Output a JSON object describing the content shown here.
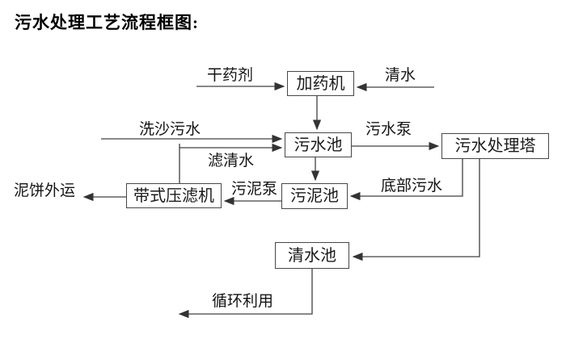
{
  "title": "污水处理工艺流程框图:",
  "nodes": {
    "dosing_machine": {
      "label": "加药机"
    },
    "sewage_pool": {
      "label": "污水池"
    },
    "treatment_tower": {
      "label": "污水处理塔"
    },
    "sludge_pool": {
      "label": "污泥池"
    },
    "belt_filter_press": {
      "label": "带式压滤机"
    },
    "clean_water_pool": {
      "label": "清水池"
    }
  },
  "edge_labels": {
    "dry_agent": "干药剂",
    "clean_water_in": "清水",
    "sand_washing_sewage": "洗沙污水",
    "sewage_pump": "污水泵",
    "filtered_water": "滤清水",
    "sludge_pump": "污泥泵",
    "bottom_sewage": "底部污水",
    "mud_cake_out": "泥饼外运",
    "recycling": "循环利用"
  },
  "colors": {
    "background": "#ffffff",
    "line": "#404040",
    "box_border": "#474747",
    "text": "#1a1a1a"
  }
}
